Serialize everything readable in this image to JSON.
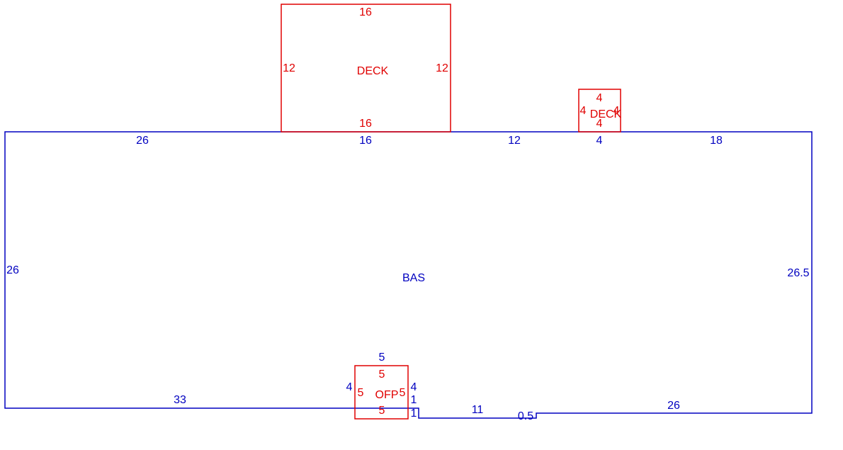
{
  "colors": {
    "main": "#0000c0",
    "addition": "#e00000",
    "background": "#ffffff"
  },
  "areas": {
    "bas": "BAS",
    "deck_large": "DECK",
    "deck_small": "DECK",
    "ofp": "OFP"
  },
  "bas_dims": {
    "top_1": "26",
    "top_2": "16",
    "top_3": "12",
    "top_4": "4",
    "top_5": "18",
    "left": "26",
    "right": "26.5",
    "bottom_left": "33",
    "ofp_top": "5",
    "ofp_left": "4",
    "ofp_right": "4",
    "step_1": "1",
    "step_2": "1",
    "bottom_mid": "11",
    "jog": "0.5",
    "bottom_right": "26"
  },
  "deck_large_dims": {
    "top": "16",
    "left": "12",
    "right": "12",
    "bottom": "16"
  },
  "deck_small_dims": {
    "top": "4",
    "left": "4",
    "right": "4",
    "bottom": "4"
  },
  "ofp_dims": {
    "top": "5",
    "left": "5",
    "right": "5",
    "bottom": "5"
  }
}
